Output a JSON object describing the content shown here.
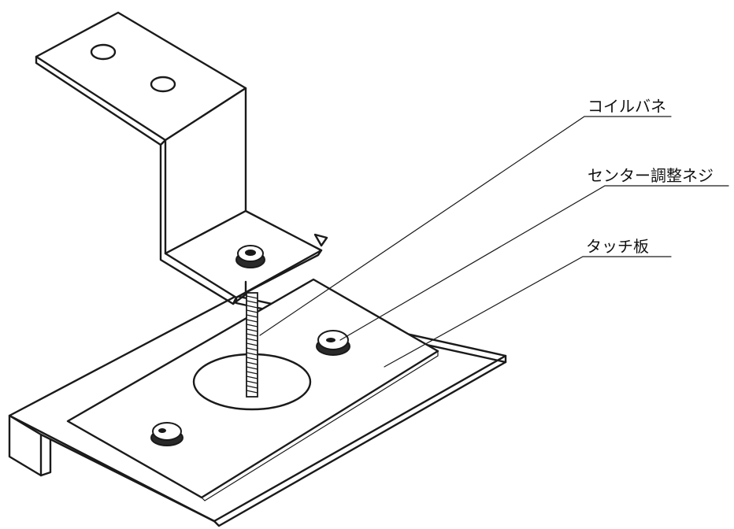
{
  "diagram": {
    "labels": {
      "coil_spring": "コイルバネ",
      "center_adjust_screw": "センター調整ネジ",
      "touch_plate": "タッチ板"
    },
    "colors": {
      "ink": "#1a1a1a",
      "paper": "#ffffff"
    }
  }
}
